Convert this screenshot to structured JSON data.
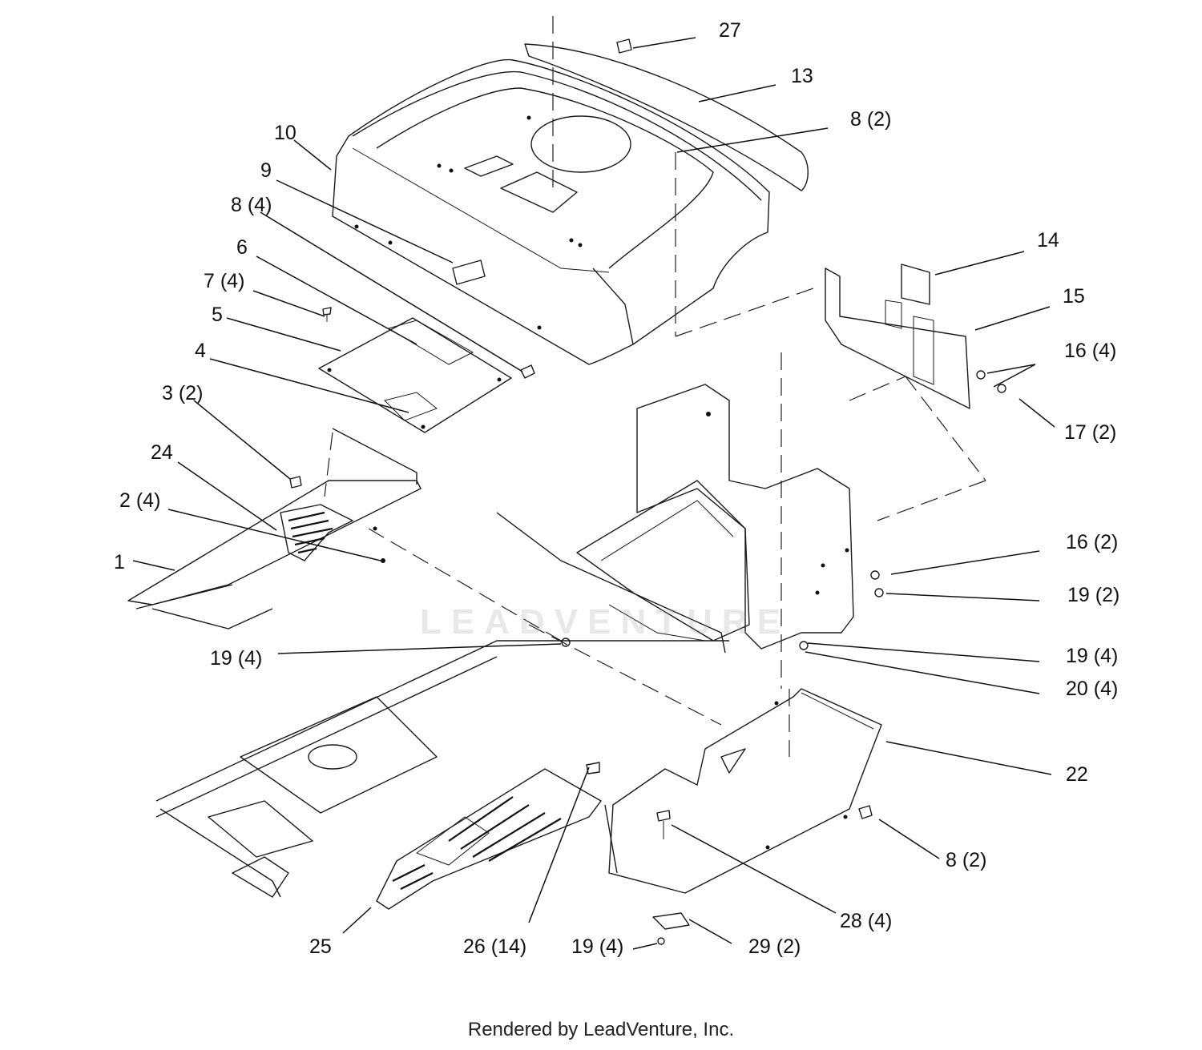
{
  "diagram": {
    "callouts": [
      {
        "id": "c27",
        "label": "27"
      },
      {
        "id": "c13",
        "label": "13"
      },
      {
        "id": "c8a",
        "label": "8 (2)"
      },
      {
        "id": "c10",
        "label": "10"
      },
      {
        "id": "c9",
        "label": "9"
      },
      {
        "id": "c8b",
        "label": "8 (4)"
      },
      {
        "id": "c6",
        "label": "6"
      },
      {
        "id": "c7",
        "label": "7 (4)"
      },
      {
        "id": "c5",
        "label": "5"
      },
      {
        "id": "c4",
        "label": "4"
      },
      {
        "id": "c3",
        "label": "3 (2)"
      },
      {
        "id": "c24",
        "label": "24"
      },
      {
        "id": "c2",
        "label": "2 (4)"
      },
      {
        "id": "c1",
        "label": "1"
      },
      {
        "id": "c14",
        "label": "14"
      },
      {
        "id": "c15",
        "label": "15"
      },
      {
        "id": "c16a",
        "label": "16 (4)"
      },
      {
        "id": "c17",
        "label": "17 (2)"
      },
      {
        "id": "c16b",
        "label": "16 (2)"
      },
      {
        "id": "c19a",
        "label": "19 (2)"
      },
      {
        "id": "c19b",
        "label": "19 (4)"
      },
      {
        "id": "c19c",
        "label": "19 (4)"
      },
      {
        "id": "c20",
        "label": "20 (4)"
      },
      {
        "id": "c22",
        "label": "22"
      },
      {
        "id": "c8c",
        "label": "8 (2)"
      },
      {
        "id": "c28",
        "label": "28 (4)"
      },
      {
        "id": "c29",
        "label": "29 (2)"
      },
      {
        "id": "c19d",
        "label": "19 (4)"
      },
      {
        "id": "c26",
        "label": "26 (14)"
      },
      {
        "id": "c25",
        "label": "25"
      }
    ],
    "watermark": "LEADVENTURE",
    "footer": "Rendered by LeadVenture, Inc."
  }
}
